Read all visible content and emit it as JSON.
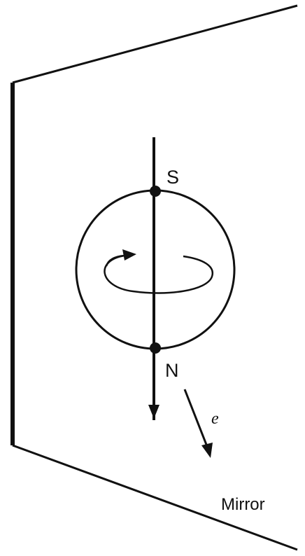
{
  "labels": {
    "top_pole": "S",
    "bottom_pole": "N",
    "electron": "e",
    "mirror": "Mirror"
  },
  "colors": {
    "ink": "#111111",
    "background": "#ffffff"
  }
}
